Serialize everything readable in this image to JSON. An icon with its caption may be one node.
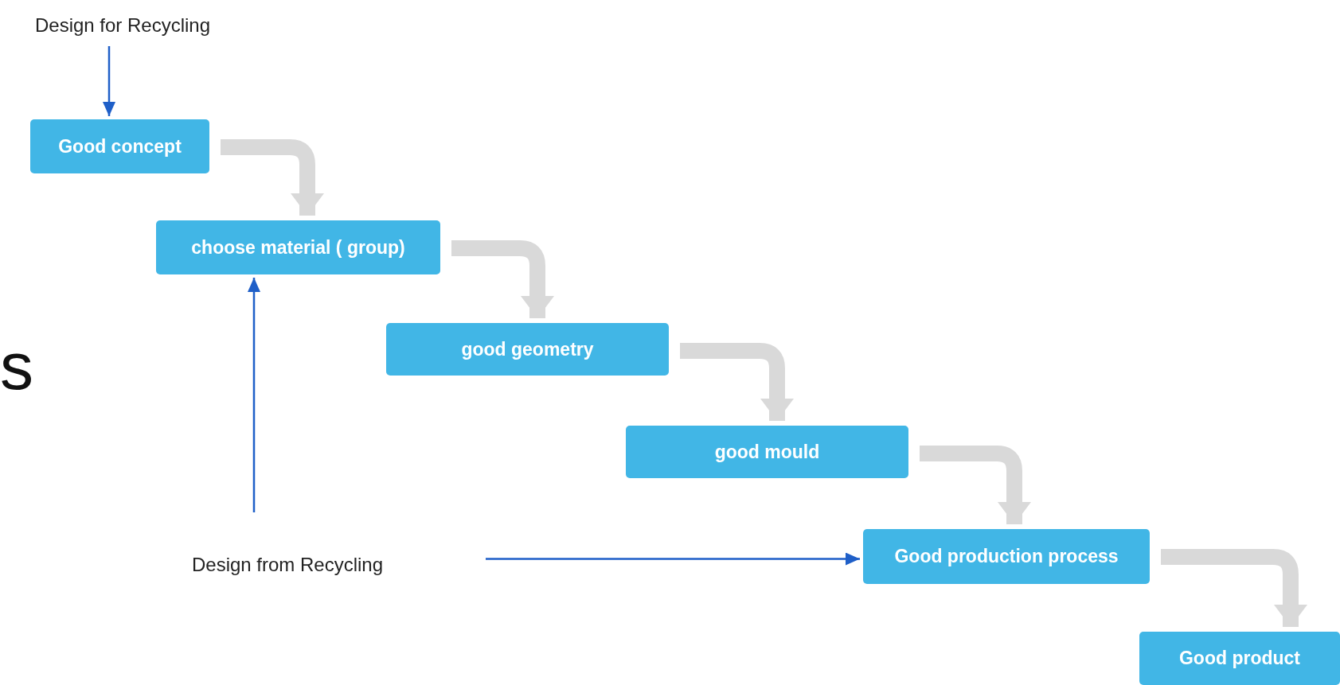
{
  "diagram": {
    "nodes": [
      {
        "text": [
          "Design for Recycling"
        ]
      },
      {
        "text": [
          "Good concept"
        ]
      },
      {
        "text": [
          "choose material ( group)"
        ]
      },
      {
        "text": [
          "good geometry"
        ]
      },
      {
        "text": [
          "good mould"
        ]
      },
      {
        "text": [
          "Good production process"
        ]
      },
      {
        "text": [
          "Design from Recycling"
        ]
      },
      {
        "text": [
          "Good product"
        ]
      }
    ],
    "edges": [
      {
        "from": 0,
        "to": 1,
        "arrow": "to",
        "color": "#1f5fc8"
      },
      {
        "from": 1,
        "to": 2,
        "arrow": "to"
      },
      {
        "from": 2,
        "to": 3,
        "arrow": "to"
      },
      {
        "from": 3,
        "to": 4,
        "arrow": "to"
      },
      {
        "from": 4,
        "to": 5,
        "arrow": "to"
      },
      {
        "from": 5,
        "to": 7,
        "arrow": "to"
      },
      {
        "from": 6,
        "to": 2,
        "arrow": "to",
        "color": "#1f5fc8"
      },
      {
        "from": 6,
        "to": 5,
        "arrow": "to",
        "color": "#1f5fc8"
      }
    ],
    "labels": [
      "s"
    ]
  }
}
